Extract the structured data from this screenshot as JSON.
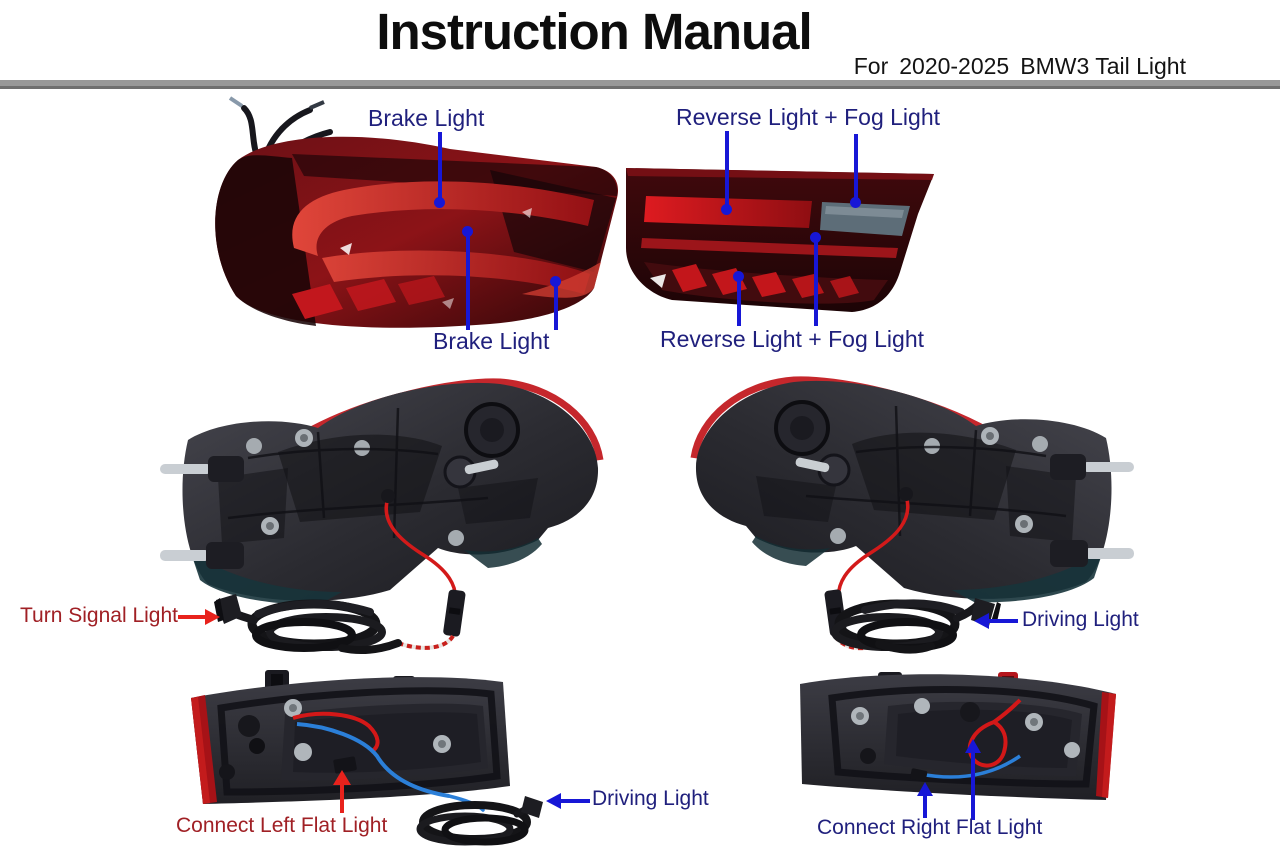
{
  "header": {
    "title": "Instruction Manual",
    "subtitle": {
      "prefix": "For",
      "years": "2020-2025",
      "product": "BMW3 Tail Light"
    }
  },
  "annotations": {
    "top_left_photo": {
      "top_label": "Brake Light",
      "bottom_label": "Brake Light"
    },
    "top_right_photo": {
      "top_label": "Reverse Light + Fog Light",
      "bottom_label": "Reverse Light + Fog Light"
    },
    "wiring_row": {
      "left_label": "Turn Signal Light",
      "right_label": "Driving Light"
    },
    "bottom_row": {
      "left_label": "Connect Left Flat Light",
      "center_label": "Driving Light",
      "right_label": "Connect Right Flat Light"
    }
  },
  "colors": {
    "label_navy": "#20207d",
    "label_dark_red": "#a02025",
    "pointer_blue": "#1717d6",
    "pointer_red": "#e8221c",
    "divider_gray": "#8d8d8d"
  }
}
